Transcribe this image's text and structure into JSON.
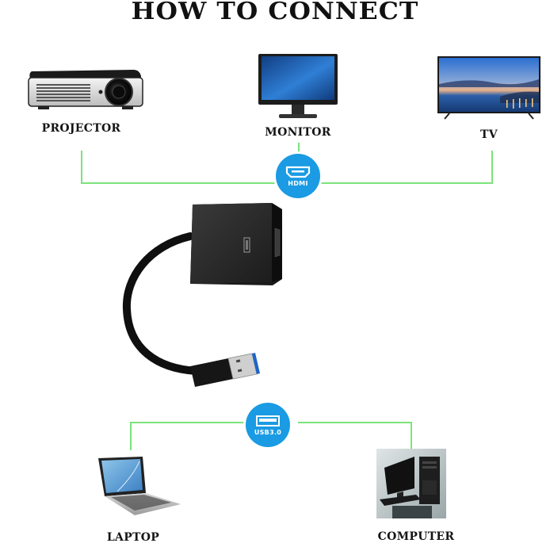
{
  "title": "HOW TO CONNECT",
  "outputs": {
    "connector": {
      "icon": "hdmi-port-icon",
      "label": "HDMI"
    },
    "devices": [
      {
        "name": "projector",
        "label": "PROJECTOR",
        "icon": "projector-icon"
      },
      {
        "name": "monitor",
        "label": "MONITOR",
        "icon": "monitor-icon"
      },
      {
        "name": "tv",
        "label": "TV",
        "icon": "tv-icon"
      }
    ]
  },
  "inputs": {
    "connector": {
      "icon": "usb-port-icon",
      "label": "USB3.0"
    },
    "devices": [
      {
        "name": "laptop",
        "label": "LAPTOP",
        "icon": "laptop-icon"
      },
      {
        "name": "computer",
        "label": "COMPUTER",
        "icon": "desktop-computer-icon"
      }
    ]
  },
  "adapter": {
    "name": "USB 3.0 to HDMI adapter",
    "icon": "usb-hdmi-adapter-icon"
  },
  "colors": {
    "connector_line": "#7be37b",
    "badge": "#1a9be3",
    "title_text": "#111111"
  }
}
